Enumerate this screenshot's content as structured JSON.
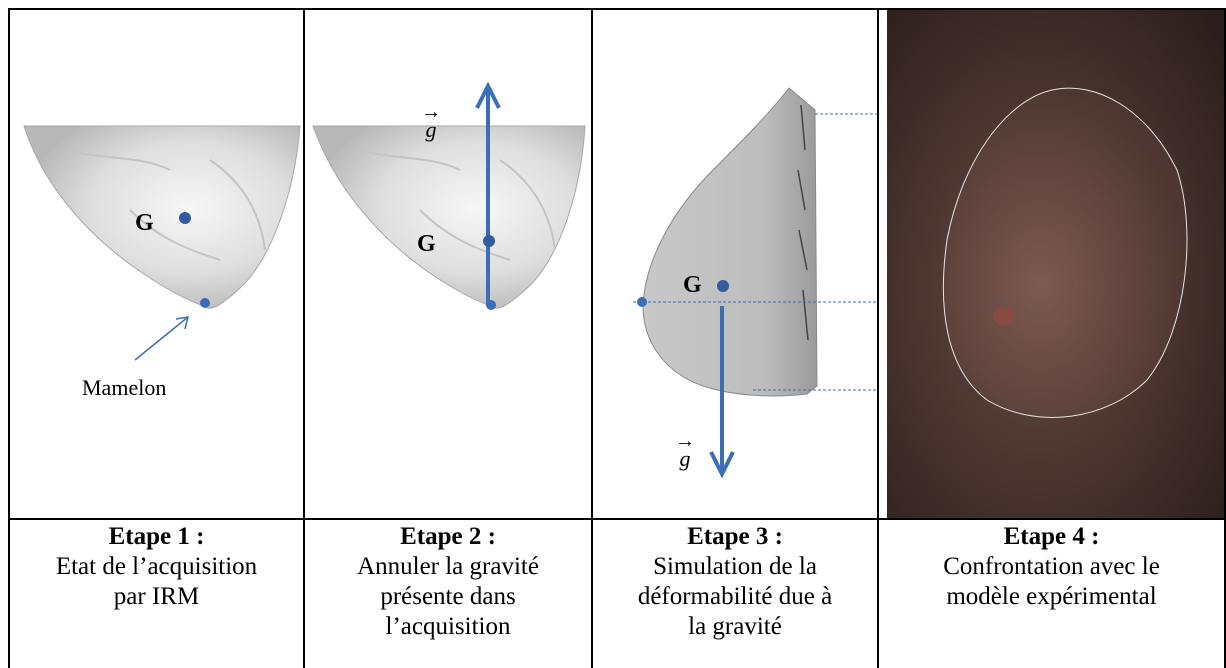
{
  "steps": [
    {
      "title": "Etape 1 :",
      "lines": [
        "Etat de l’acquisition",
        "par IRM"
      ]
    },
    {
      "title": "Etape 2 :",
      "lines": [
        "Annuler la gravité",
        "présente dans",
        "l’acquisition"
      ]
    },
    {
      "title": "Etape 3 :",
      "lines": [
        "Simulation de la",
        "déformabilité due à",
        "la gravité"
      ]
    },
    {
      "title": "Etape 4 :",
      "lines": [
        "Confrontation avec le",
        "modèle expérimental"
      ]
    }
  ],
  "labels": {
    "centroid": "G",
    "nipple": "Mamelon",
    "gravity_vector": "g",
    "vector_arrow": "→"
  },
  "colors": {
    "accent": "#3a6fb7",
    "mesh": "#d9d9d9",
    "photo": "#3a2a26"
  }
}
